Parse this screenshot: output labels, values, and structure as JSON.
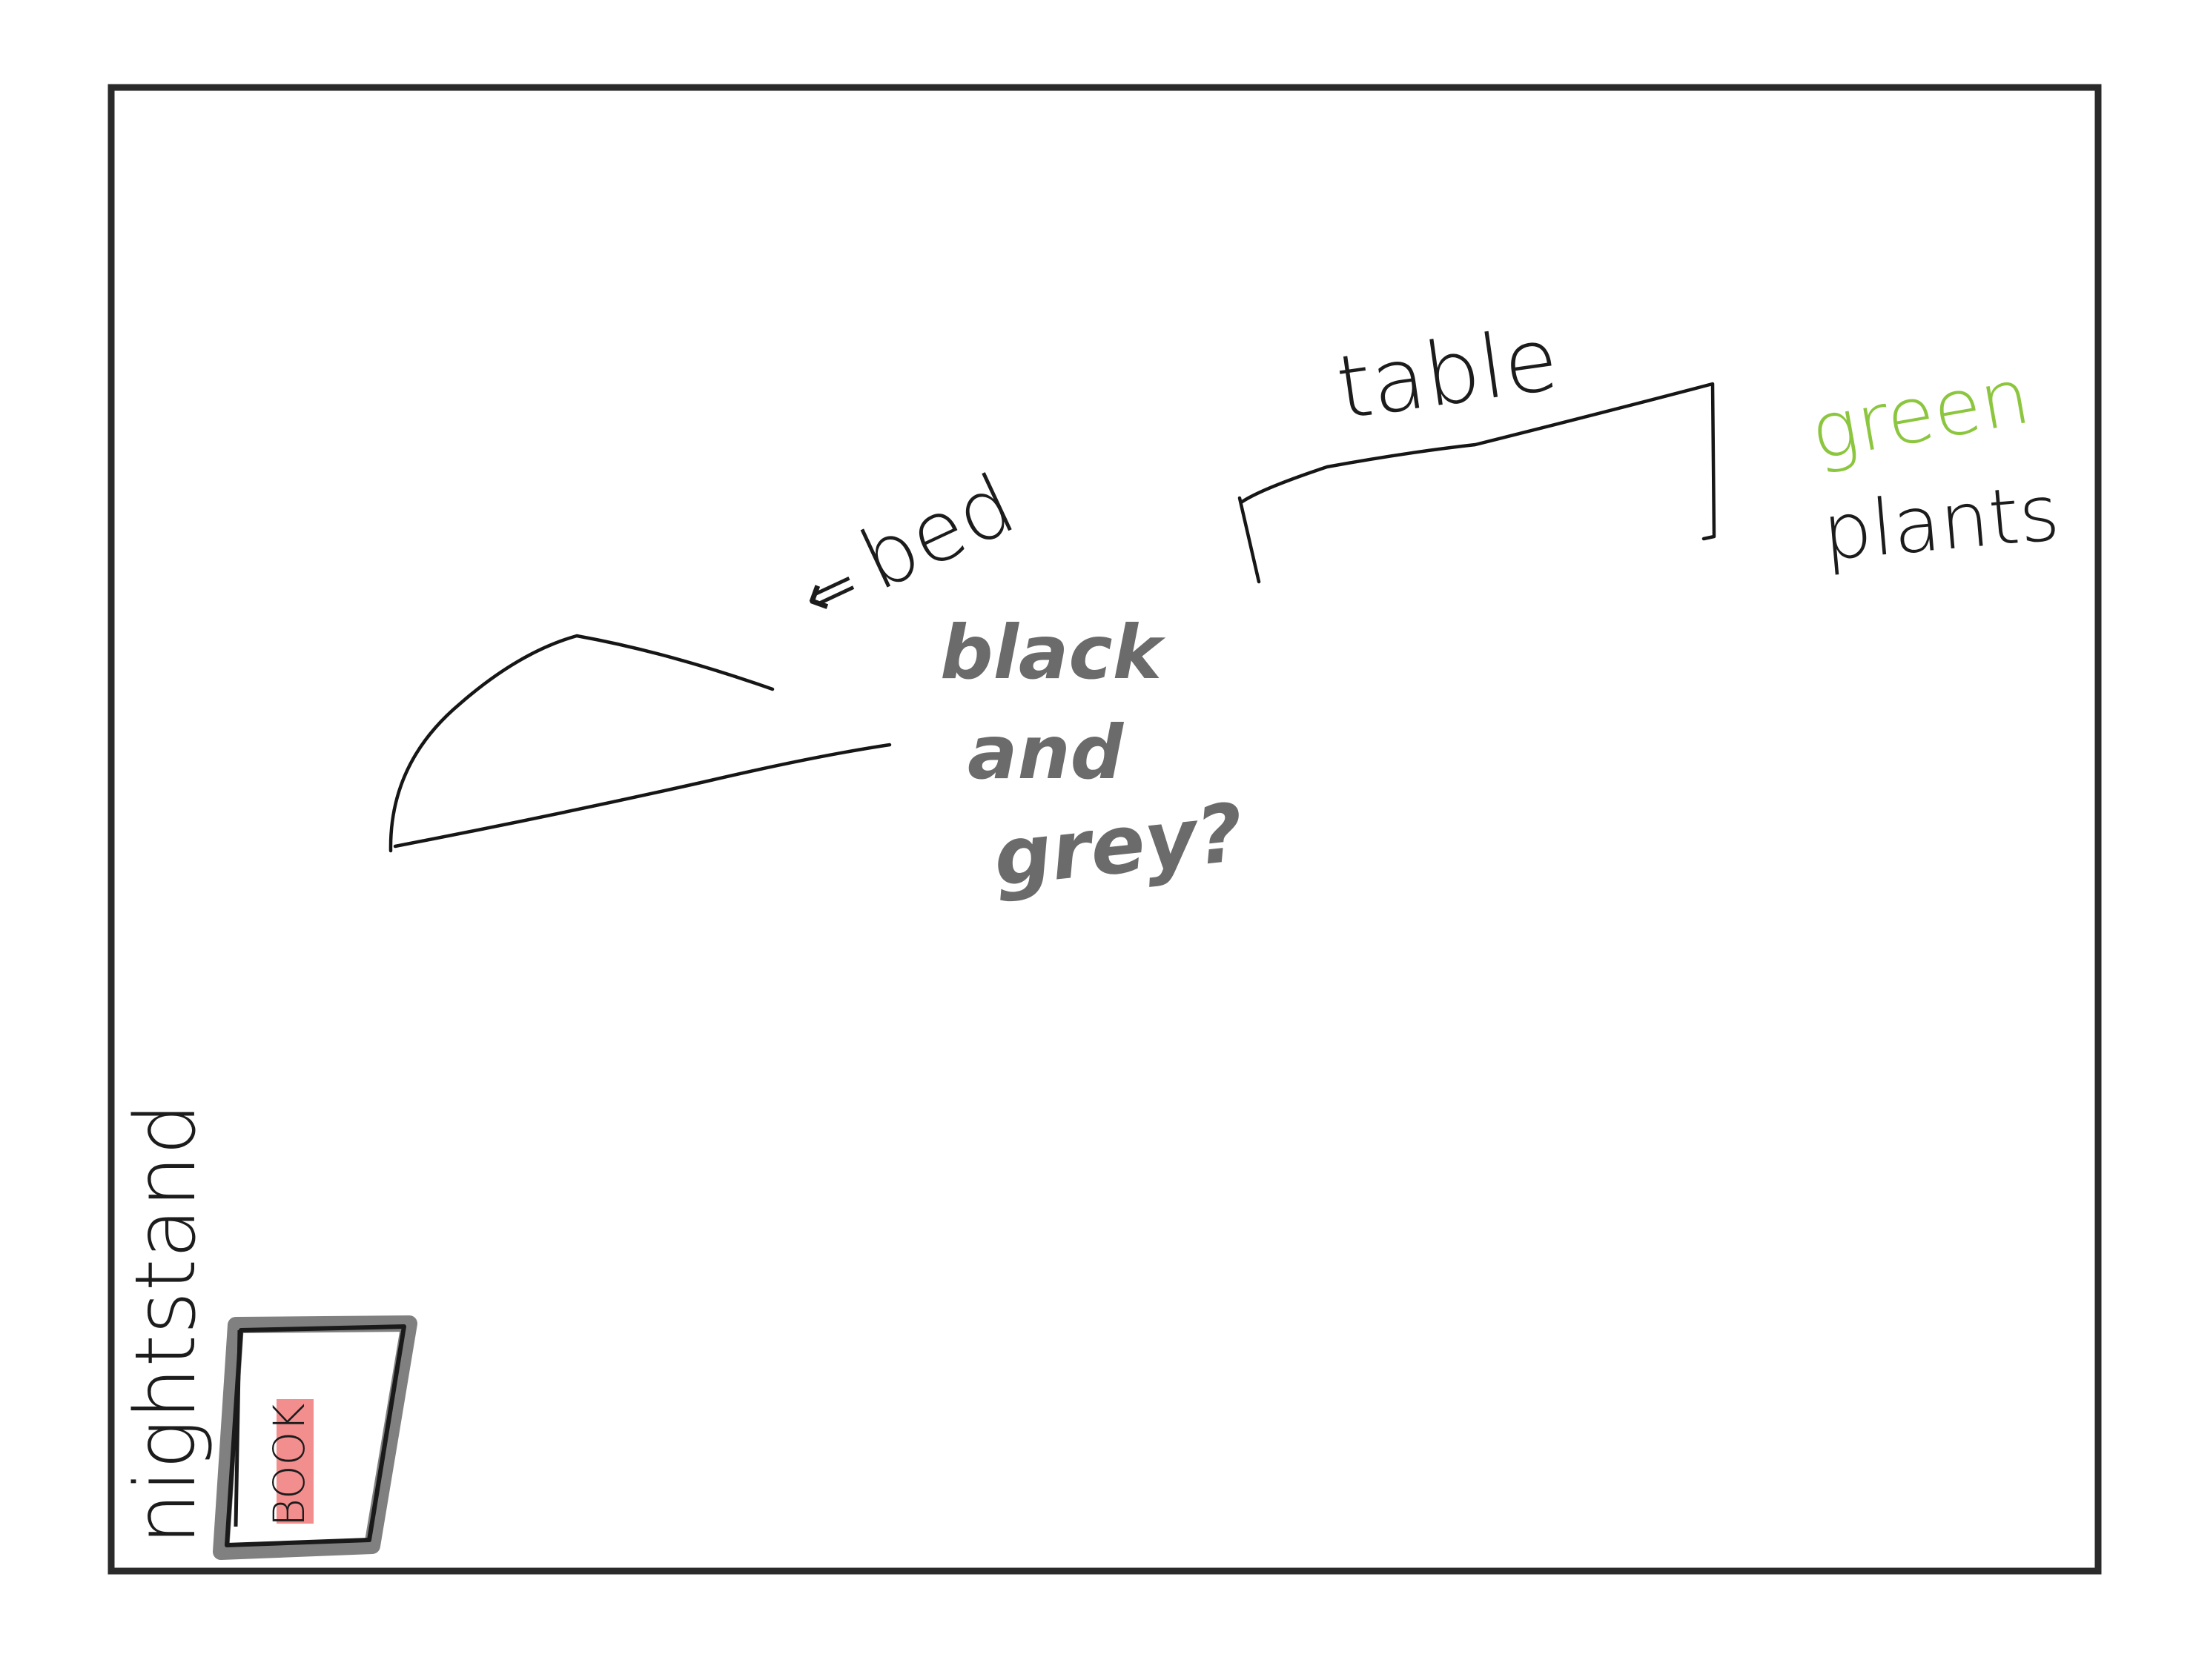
{
  "labels": {
    "table": "table",
    "bed": "bed",
    "bed_arrow": "⇐",
    "color_note_line1": "black",
    "color_note_line2": "and",
    "color_note_line3": "grey?",
    "plants_color": "green",
    "plants": "plants",
    "nightstand": "nightstand",
    "book": "BOOK"
  },
  "colors": {
    "frame": "#2a2a2a",
    "ink": "#161616",
    "pencil": "#6b6b6b",
    "green": "#8cc63f",
    "book_highlight": "#f07a7a"
  }
}
